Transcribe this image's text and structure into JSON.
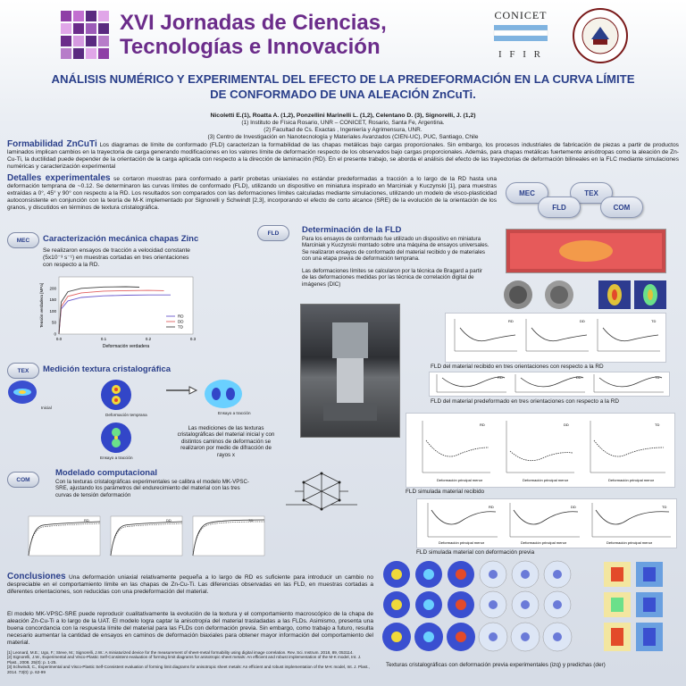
{
  "header": {
    "event_title_line1": "XVI Jornadas de Ciencias,",
    "event_title_line2": "Tecnologías e Innovación",
    "conicet": "CONICET",
    "ifir": "I F I R",
    "unr_seal_text": "UNIVERSIDAD NACIONAL DE ROSARIO"
  },
  "title_line1": "ANÁLISIS NUMÉRICO Y EXPERIMENTAL DEL EFECTO DE LA PREDEFORMACIÓN EN LA CURVA LÍMITE",
  "title_line2": "DE CONFORMADO DE UNA ALEACIÓN ZnCuTi.",
  "authors": "Nicoletti E.(1), Roatta A. (1,2), Ponzellini Marinelli L. (1,2), Celentano D. (3), Signorelli, J. (1,2)",
  "affil1": "(1) Instituto de Física Rosario, UNR – CONICET, Rosario, Santa Fe, Argentina.",
  "affil2": "(2) Facultad de Cs. Exactas , Ingeniería y Agrimensura, UNR.",
  "affil3": "(3) Centro de Investigación en Nanotecnología y Materiales Avanzados (CIEN-UC), PUC, Santiago, Chile",
  "formabilidad": {
    "heading": "Formabilidad ZnCuTi",
    "text": "Los diagramas de límite de conformado (FLD) caracterizan la formabilidad de las chapas metálicas bajo cargas proporcionales. Sin embargo, los procesos industriales de fabricación de piezas a partir de productos laminados implican cambios en la trayectoria de carga generando modificaciones en los valores límite de deformación respecto de los observados bajo cargas proporcionales. Además, para chapas metálicas fuertemente anisótropas como la aleación de Zn-Cu-Ti, la ductilidad puede depender de la orientación de la carga aplicada con respecto a la dirección de laminación (RD). En el presente trabajo, se aborda el análisis del efecto de las trayectorias de deformación bilineales en la FLC mediante simulaciones numéricas y caracterización experimental"
  },
  "detalles": {
    "heading": "Detalles experimentales",
    "text": "se cortaron muestras para conformado a partir probetas uniaxiales no estándar predeformadas a tracción a lo largo de la RD hasta una deformación temprana de ~0.12. Se determinaron las curvas límites de conformado (FLD), utilizando un dispositivo en miniatura inspirado en Marciniak y Kuczynski [1], para muestras extraídas a 0°, 45° y 90° con respecto a la RD. Los resultados son comparados con las deformaciones límites calculadas mediante simulaciones, utilizando un modelo de visco-plasticidad autoconsistente en conjunción con la teoría de M-K implementado por Signorelli y Schwindt [2,3], incorporando el efecto de corto alcance (SRE) de la evolución de la orientación de los granos, y discutidos en términos de textura cristalográfica."
  },
  "pills": {
    "mec": "MEC",
    "tex": "TEX",
    "fld": "FLD",
    "com": "COM"
  },
  "mec": {
    "tag": "MEC",
    "heading": "Caracterización mecánica chapas Zinc",
    "text": "Se realizaron ensayos de tracción a velocidad constante (5x10⁻³ s⁻¹) en muestras cortadas en tres orientaciones con respecto a la RD."
  },
  "tex": {
    "tag": "TEX",
    "heading": "Medición textura cristalográfica",
    "label_inicial": "Inicial",
    "label_temprana": "Deformación temprana",
    "label_traccion1": "Ensayo a tracción",
    "label_traccion2": "Ensayo a tracción",
    "text": "Las mediciones de las texturas cristalográficas del material inicial y con distintos caminos de deformación se realizaron por medio de difracción de rayos x"
  },
  "com": {
    "tag": "COM",
    "heading": "Modelado computacional",
    "text": "Con la texturas cristalográficas experimentales se calibra el modelo MK-VPSC-SRE, ajustando los parámetros del endurecimiento del material con las tres curvas de tensión deformación"
  },
  "fld": {
    "tag": "FLD",
    "heading": "Determinación de la FLD",
    "text1": "Para los ensayos de conformado fue utilizado un dispositivo en miniatura Marciniak y Kuczynski montado sobre una máquina de ensayos universales. Se realizaron ensayos de conformado del material recibido y de materiales con una etapa previa de deformación temprana.",
    "text2": "Las deformaciones límites se calcularon por la técnica de Bragard a partir de las deformaciones medidas por las técnica de correlación digital de imágenes (DIC)",
    "caption1": "FLD del material recibido en tres orientaciones con respecto a la RD",
    "caption2": "FLD del material predeformado en tres orientaciones con respecto a la RD",
    "caption3": "FLD simulada material recibido",
    "caption4": "FLD simulada material con deformación previa",
    "caption5": "Texturas cristalográficas con deformación previa experimentales (izq) y predichas (der)",
    "panel_labels": [
      "RD",
      "DD",
      "TD"
    ],
    "x_label": "Deformación principal menor",
    "y_label": "Deformación principal mayor"
  },
  "conclusiones": {
    "heading": "Conclusiones",
    "p1": "Una deformación uniaxial relativamente pequeña a lo largo de RD es suficiente para introducir un cambio no despreciable en el comportamiento límite en las chapas de Zn-Cu-Ti. Las diferencias observadas en las FLD, en muestras cortadas a diferentes orientaciones, son reducidas con una predeformación del material.",
    "p2": "El modelo MK-VPSC-SRE puede reproducir cualitativamente la evolución de la textura y el comportamiento macroscópico de la chapa de aleación Zn-Cu-Ti a lo largo de la UAT. El modelo logra captar la anisotropía del material trasladadas a las FLDs. Asimismo, presenta una buena concordancia con la respuesta límite del material para las FLDs con deformación previa. Sin embargo, como trabajo a futuro, resulta necesario aumentar la cantidad de ensayos en caminos de deformación biaxiales para obtener mayor información del comportamiento del material."
  },
  "refs": [
    "[1] Leonard, M.E.; Ugo, F.; Steve, M.; Signorelli, J.W.: A miniaturized device for the measurement of sheet-metal formability using digital image correlation. Rev. Sci. Instrum. 2018, 89, 053114.",
    "[2] Signorelli, J.W., Experimental and Visco-Plastic Self-Consistent evaluation of forming limit diagrams for anisotropic sheet metals: An efficient and robust implementation of the M-K model, Int. J. Plast., 2008. 25(0): p. 1-25.",
    "[3] Schwindt, C., Experimental and Visco-Plastic Self-Consistent evaluation of forming limit diagrams for anisotropic sheet metals: An efficient and robust implementation of the M-K model, Int. J. Plast., 2014. 73(0): p. 62-99"
  ],
  "chart_data": [
    {
      "type": "line",
      "xlabel": "Deformación verdadera",
      "ylabel": "Tensión verdadera [MPa]",
      "xlim": [
        0,
        0.3
      ],
      "ylim": [
        0,
        250
      ],
      "xticks": [
        "0.0",
        "0.1",
        "0.2",
        "0.3"
      ],
      "yticks": [
        "0",
        "50",
        "100",
        "150",
        "200"
      ],
      "legend": "bottom-right",
      "series": [
        {
          "name": "RD",
          "color": "#6a5acd",
          "x": [
            0,
            0.005,
            0.02,
            0.05,
            0.1,
            0.15,
            0.2,
            0.25
          ],
          "y": [
            0,
            110,
            145,
            160,
            167,
            170,
            171,
            171
          ]
        },
        {
          "name": "DD",
          "color": "#e06060",
          "x": [
            0,
            0.005,
            0.02,
            0.05,
            0.1,
            0.15,
            0.2,
            0.235
          ],
          "y": [
            0,
            120,
            165,
            180,
            188,
            190,
            191,
            190
          ]
        },
        {
          "name": "TD",
          "color": "#444444",
          "x": [
            0,
            0.005,
            0.02,
            0.05,
            0.1,
            0.15,
            0.18
          ],
          "y": [
            0,
            140,
            185,
            200,
            206,
            207,
            205
          ]
        }
      ]
    }
  ],
  "colors": {
    "heading": "#2a3f8a",
    "jornadas_purple": "#6b2c8a",
    "accent_red": "#c0392b"
  }
}
